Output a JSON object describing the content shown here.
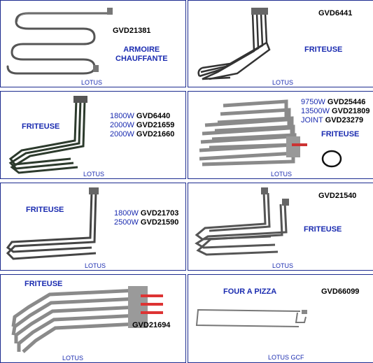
{
  "cells": [
    {
      "code": "GVD21381",
      "category": [
        "ARMOIRE",
        "CHAUFFANTE"
      ],
      "brand": "LOTUS"
    },
    {
      "code": "GVD6441",
      "category": [
        "FRITEUSE"
      ],
      "brand": "LOTUS"
    },
    {
      "category": [
        "FRITEUSE"
      ],
      "brand": "LOTUS",
      "specs": [
        {
          "power": "1800W",
          "code": "GVD6440"
        },
        {
          "power": "2000W",
          "code": "GVD21659"
        },
        {
          "power": "2000W",
          "code": "GVD21660"
        }
      ]
    },
    {
      "category": [
        "FRITEUSE"
      ],
      "brand": "LOTUS",
      "specs": [
        {
          "power": "9750W",
          "code": "GVD25446"
        },
        {
          "power": "13500W",
          "code": "GVD21809"
        },
        {
          "power": "JOINT",
          "code": "GVD23279"
        }
      ]
    },
    {
      "category": [
        "FRITEUSE"
      ],
      "brand": "LOTUS",
      "specs": [
        {
          "power": "1800W",
          "code": "GVD21703"
        },
        {
          "power": "2500W",
          "code": "GVD21590"
        }
      ]
    },
    {
      "code": "GVD21540",
      "category": [
        "FRITEUSE"
      ],
      "brand": "LOTUS"
    },
    {
      "code": "GVD21694",
      "category": [
        "FRITEUSE"
      ],
      "brand": "LOTUS"
    },
    {
      "code": "GVD66099",
      "category": [
        "FOUR A PIZZA"
      ],
      "brand": "LOTUS GCF"
    }
  ]
}
